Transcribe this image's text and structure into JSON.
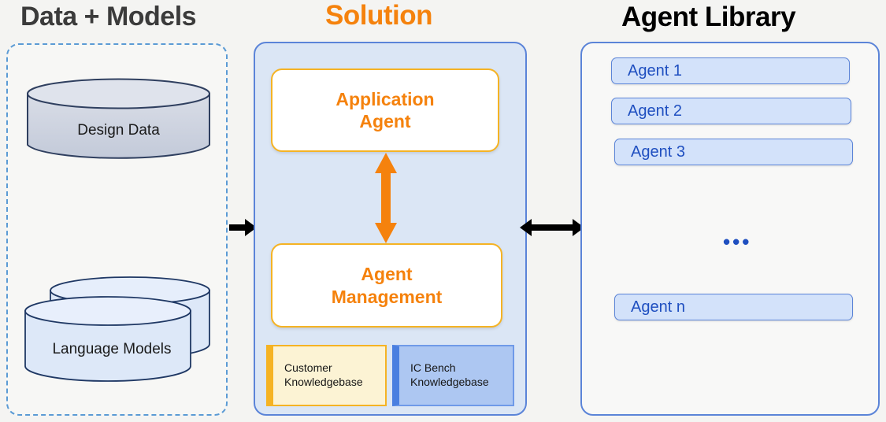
{
  "columns": {
    "data_models": {
      "title": "Data + Models",
      "items": [
        {
          "label": "Design  Data",
          "shape": "cylinder",
          "fill": "#ccd3e0",
          "stroke": "#2f3f5f"
        },
        {
          "label": "Language Models",
          "shape": "stacked-cylinder",
          "fill": "#dde8f8",
          "stroke": "#1f3864"
        }
      ]
    },
    "solution": {
      "title": "Solution",
      "accent_color": "#f5820d",
      "boxes": [
        {
          "label": "Application\nAgent",
          "line1": "Application",
          "line2": "Agent"
        },
        {
          "label": "Agent\nManagement",
          "line1": "Agent",
          "line2": "Management"
        }
      ],
      "knowledgebases": [
        {
          "line1": "Customer",
          "line2": "Knowledgebase",
          "fill": "#fcf3d4",
          "accent": "#f5b324"
        },
        {
          "line1": "IC Bench",
          "line2": "Knowledgebase",
          "fill": "#adc7f2",
          "accent": "#4a7fe0"
        }
      ]
    },
    "agent_library": {
      "title": "Agent Library",
      "agents": [
        {
          "label": "Agent 1"
        },
        {
          "label": "Agent 2"
        },
        {
          "label": "Agent 3"
        },
        {
          "label": "Agent n"
        }
      ],
      "ellipsis": "•••"
    }
  },
  "connectors": {
    "data_to_solution": {
      "name": "right-arrow-icon",
      "color": "#000000"
    },
    "solution_to_library": {
      "name": "double-arrow-icon",
      "color": "#000000"
    },
    "application_to_management": {
      "name": "vertical-double-arrow-icon",
      "color": "#f5820d"
    }
  }
}
